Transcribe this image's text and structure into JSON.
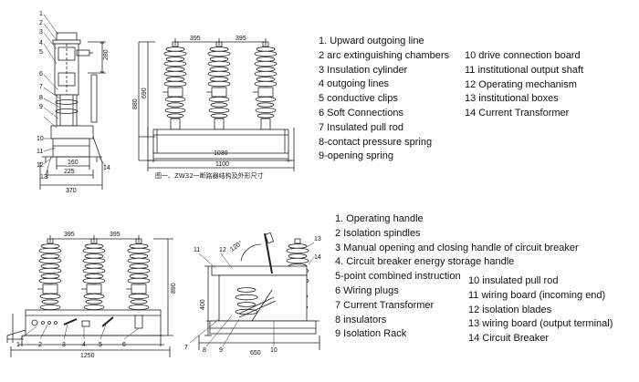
{
  "legend_top_left": [
    "1. Upward outgoing line",
    "2 arc extinguishing chambers",
    "3 Insulation cylinder",
    "4 outgoing lines",
    "5 conductive clips",
    "6 Soft Connections",
    "7 Insulated pull rod",
    "8-contact pressure spring",
    "9-opening spring"
  ],
  "legend_top_right": [
    "10 drive connection board",
    "11 institutional output shaft",
    "12 Operating mechanism",
    "13 institutional boxes",
    "14 Current Transformer"
  ],
  "legend_bottom_left": [
    "1. Operating handle",
    "2 Isolation spindles",
    "3 Manual opening and closing handle of circuit breaker",
    "4. Circuit breaker energy storage handle",
    "5-point combined instruction",
    "6 Wiring plugs",
    "7 Current Transformer",
    "8 insulators",
    "9 Isolation Rack"
  ],
  "legend_bottom_right": [
    "10 insulated pull rod",
    "11 wiring board (incoming end)",
    "12 isolation blades",
    "13 wiring board (output terminal)",
    "14 Circuit Breaker"
  ],
  "side_view_top": {
    "callouts": [
      "1",
      "2",
      "3",
      "4",
      "5",
      "6",
      "7",
      "8",
      "9",
      "10",
      "11",
      "12",
      "13",
      "14"
    ],
    "dims": {
      "height_280": "280",
      "width_160": "160",
      "width_225": "225",
      "width_370": "370"
    }
  },
  "front_view_top": {
    "dims": {
      "pitch_a": "395",
      "pitch_b": "395",
      "height_690": "690",
      "height_880": "880",
      "width_1100": "1100",
      "width_1030": "1030"
    },
    "caption": "图一、ZW32一断路器结构及外形尺寸"
  },
  "front_view_bottom": {
    "dims": {
      "pitch_a": "395",
      "pitch_b": "395",
      "height_890": "890",
      "width_1250": "1250"
    },
    "callouts": [
      "1",
      "2",
      "3",
      "4",
      "5",
      "6"
    ]
  },
  "side_view_bottom": {
    "dims": {
      "angle": "120°",
      "height_400": "400",
      "width_650": "650"
    },
    "callouts": [
      "7",
      "8",
      "9",
      "10",
      "11",
      "12",
      "13",
      "14"
    ]
  }
}
